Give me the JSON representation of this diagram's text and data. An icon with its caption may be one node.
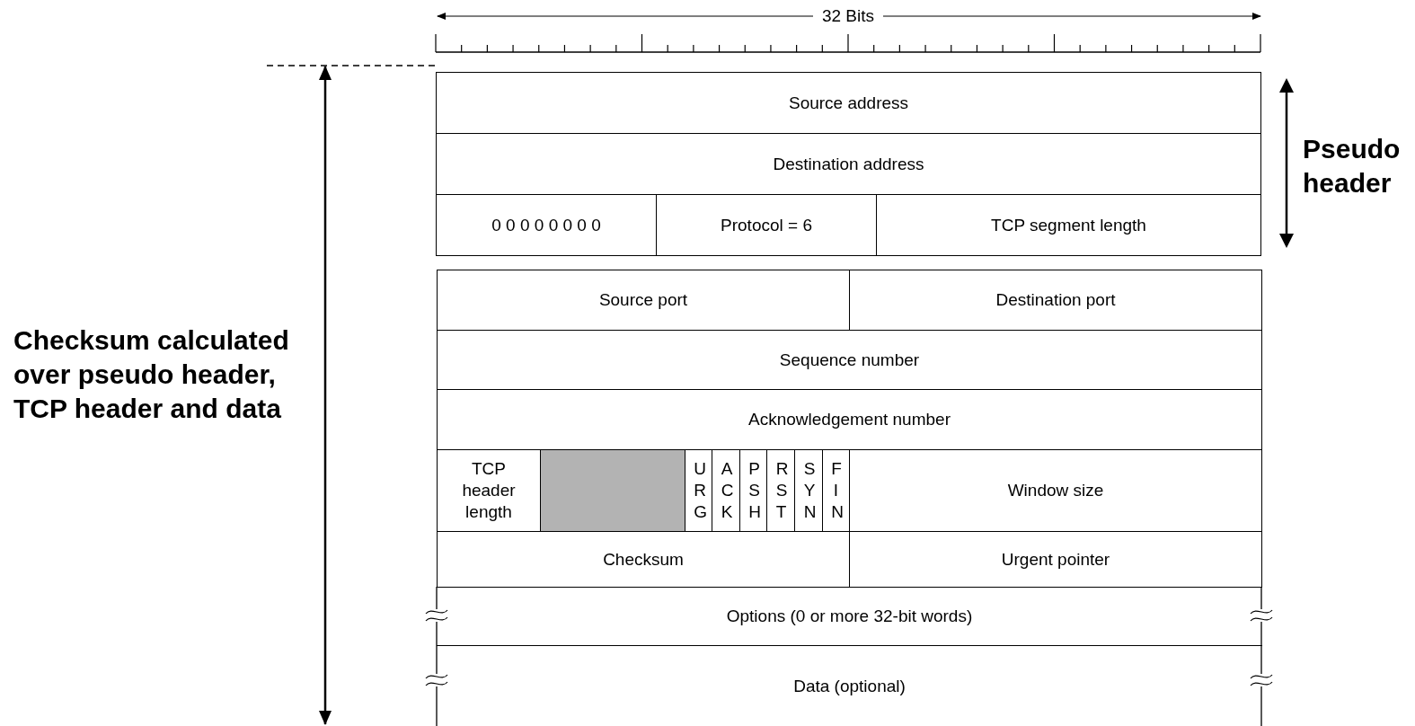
{
  "diagram": {
    "nodes": [
      {
        "text": [
          "Source address"
        ]
      },
      {
        "text": [
          "Destination address"
        ]
      },
      {
        "text": [
          "0 0 0 0 0 0 0 0"
        ]
      },
      {
        "text": [
          "Protocol = 6"
        ]
      },
      {
        "text": [
          "TCP segment length"
        ]
      },
      {
        "text": [
          "Source port"
        ]
      },
      {
        "text": [
          "Destination port"
        ]
      },
      {
        "text": [
          "Sequence number"
        ]
      },
      {
        "text": [
          "Acknowledgement number"
        ]
      },
      {
        "text": [
          "TCP header length"
        ]
      },
      {
        "text": [],
        "shape": "box"
      },
      {
        "text": [
          "U R G"
        ]
      },
      {
        "text": [
          "A C K"
        ]
      },
      {
        "text": [
          "P S H"
        ]
      },
      {
        "text": [
          "R S T"
        ]
      },
      {
        "text": [
          "S Y N"
        ]
      },
      {
        "text": [
          "F I N"
        ]
      },
      {
        "text": [
          "Window size"
        ]
      },
      {
        "text": [
          "Checksum"
        ]
      },
      {
        "text": [
          "Urgent pointer"
        ]
      },
      {
        "text": [
          "Options (0 or more 32-bit words)"
        ]
      },
      {
        "text": [
          "Data (optional)"
        ]
      }
    ],
    "labels": [
      "32 Bits",
      "Pseudo header",
      "Checksum calculated over pseudo header, TCP header and data"
    ]
  }
}
